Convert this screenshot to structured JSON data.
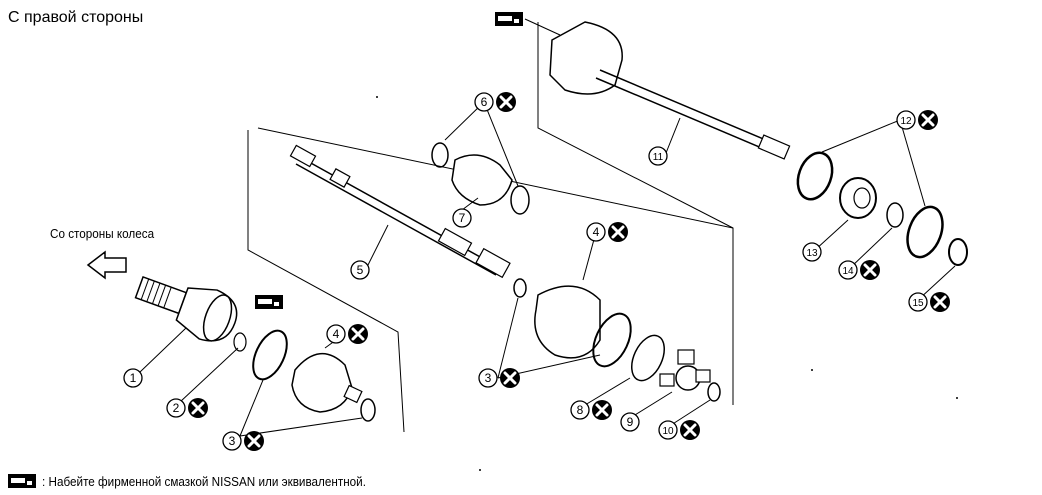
{
  "title": "С правой стороны",
  "wheel_side_label": "Со стороны колеса",
  "legend": {
    "text": ": Набейте фирменной смазкой NISSAN или эквивалентной."
  },
  "callouts": [
    {
      "num": "1",
      "replace": false
    },
    {
      "num": "2",
      "replace": true
    },
    {
      "num": "3",
      "replace": true
    },
    {
      "num": "4",
      "replace": true
    },
    {
      "num": "5",
      "replace": false
    },
    {
      "num": "6",
      "replace": true
    },
    {
      "num": "7",
      "replace": false
    },
    {
      "num": "3",
      "replace": true
    },
    {
      "num": "4",
      "replace": true
    },
    {
      "num": "8",
      "replace": true
    },
    {
      "num": "9",
      "replace": false
    },
    {
      "num": "10",
      "replace": true
    },
    {
      "num": "11",
      "replace": false
    },
    {
      "num": "12",
      "replace": true
    },
    {
      "num": "13",
      "replace": false
    },
    {
      "num": "14",
      "replace": true
    },
    {
      "num": "15",
      "replace": true
    }
  ],
  "colors": {
    "ink": "#000000",
    "paper": "#ffffff"
  }
}
